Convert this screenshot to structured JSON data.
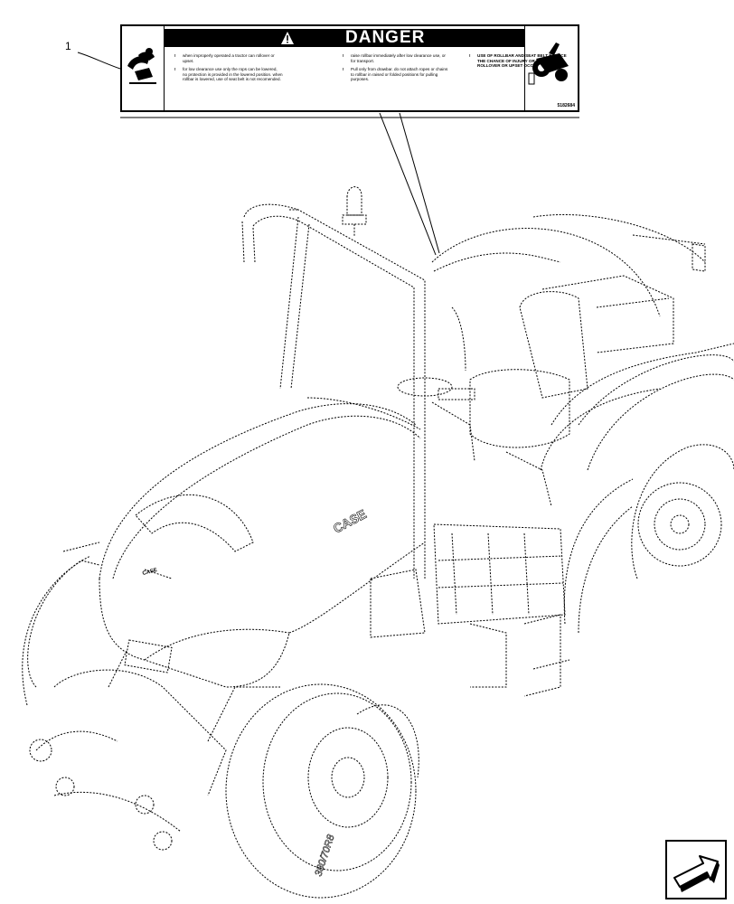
{
  "callout": {
    "number": "1"
  },
  "decal": {
    "signal_word": "DANGER",
    "part_number": "5182684",
    "column1": [
      "when improperly operated a tractor can rollover or upset.",
      "for low clearance use only the rops can be lowered, no protection is provided in the lowered position. when rollbar is lowered, use of seat belt is not recomended."
    ],
    "column2": [
      "raise rollbar immediately after low clearance use, or for transport.",
      "Pull only from drawbar. do not attach ropes or chains to rollbar in raised or folded positions for pulling purposes."
    ],
    "column3": [
      "USE OF ROLLBAR AND SEAT BELT REDUCE THE CHANCE OF INJURY OR DEATH IF ROLLOVER OR UPSET OCCURS."
    ],
    "icons": [
      "rollover-hazard-icon",
      "tractor-rollover-icon",
      "warning-triangle-icon"
    ]
  },
  "tractor": {
    "hood_brand": "CASE",
    "grille_badge": "CASE",
    "tyre_text": "380/70R8"
  },
  "navigation": {
    "icon": "next-page-arrow-icon"
  }
}
